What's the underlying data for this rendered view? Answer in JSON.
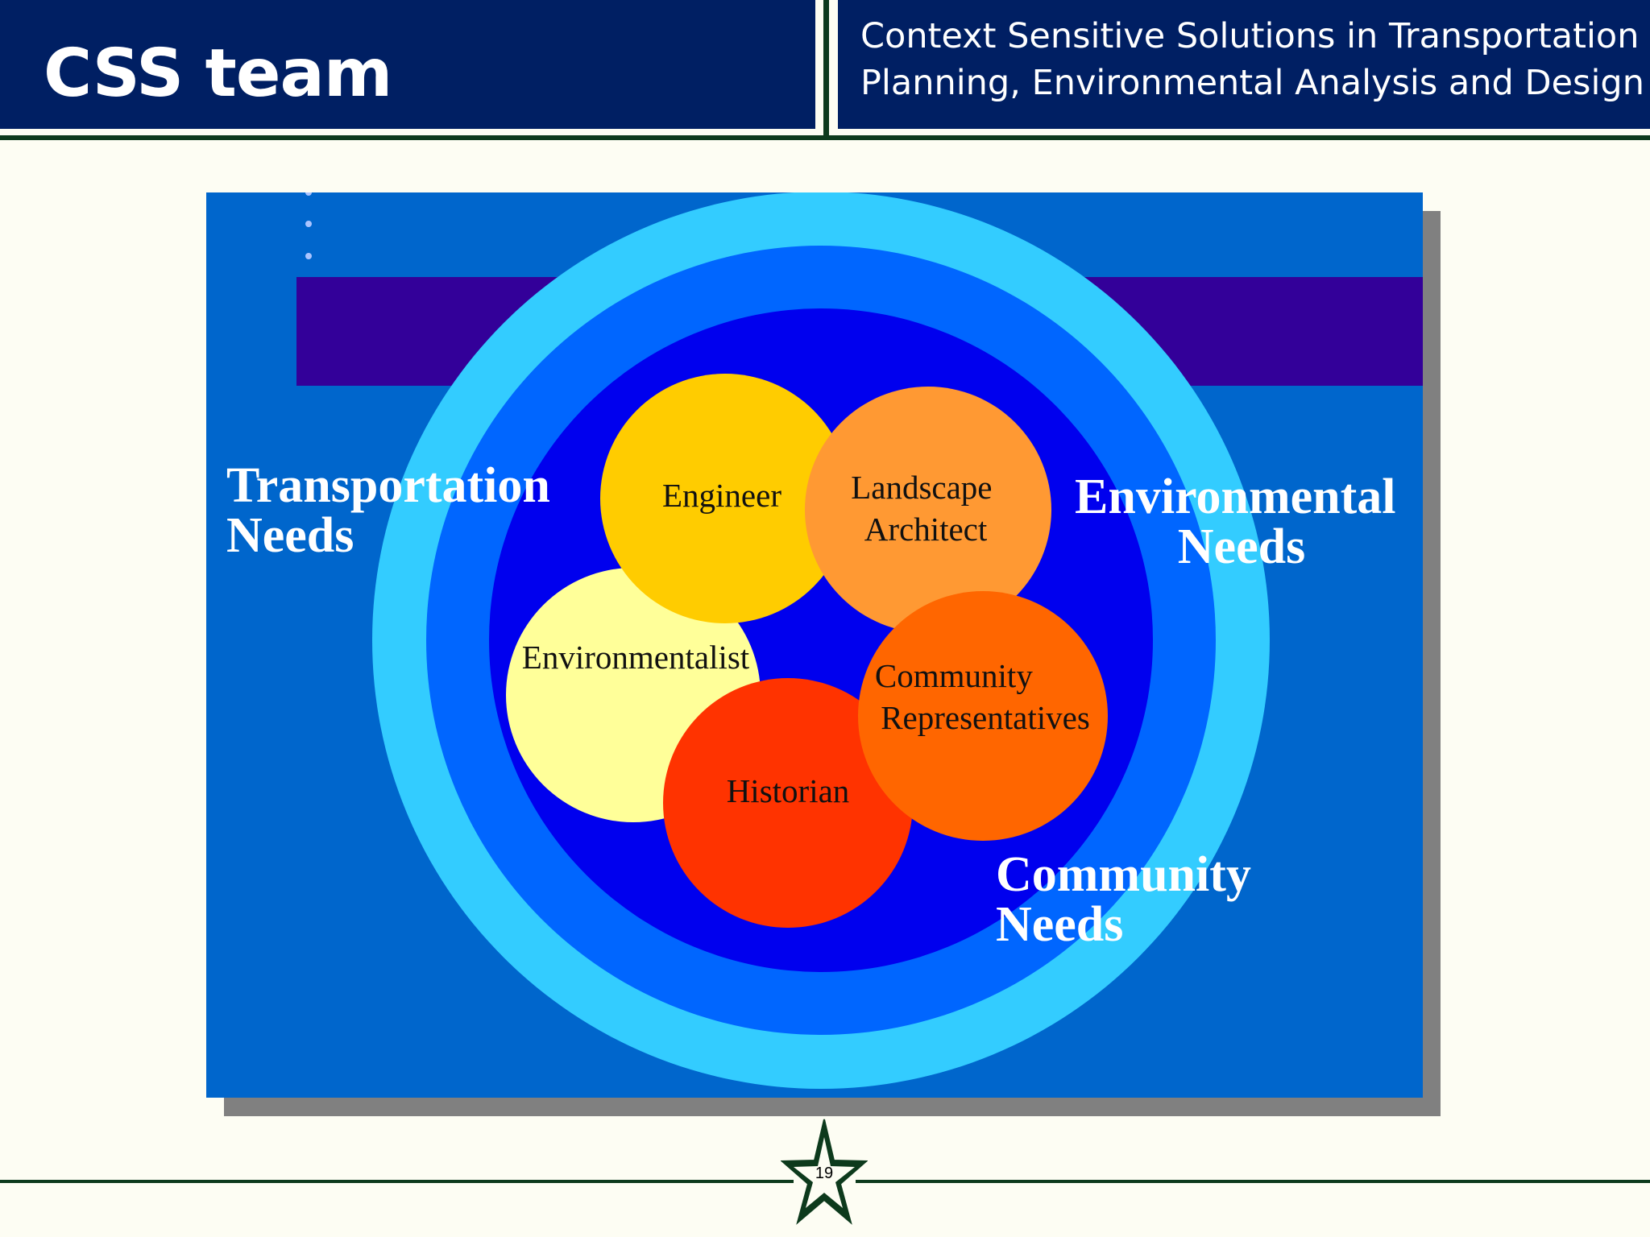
{
  "header": {
    "title": "CSS team",
    "subtitle_line1": "Context Sensitive Solutions in Transportation",
    "subtitle_line2": "Planning, Environmental Analysis and Design"
  },
  "diagram": {
    "outer_labels": {
      "transportation": [
        "Transportation",
        "Needs"
      ],
      "environmental": [
        "Environmental",
        "Needs"
      ],
      "community": [
        "Community",
        "Needs"
      ]
    },
    "circles": {
      "engineer": [
        "Engineer"
      ],
      "landscape": [
        "Landscape",
        "Architect"
      ],
      "environmentalist": [
        "Environmentalist"
      ],
      "community_reps": [
        "Community",
        "Representatives"
      ],
      "historian": [
        "Historian"
      ]
    },
    "colors": {
      "background": "#0066cc",
      "band": "#330099",
      "ring_outer": "#33ccff",
      "ring_middle": "#0066ff",
      "ring_inner": "#0000ee",
      "engineer": "#ffcc00",
      "landscape": "#ff9933",
      "environmentalist": "#ffff99",
      "community_reps": "#ff6600",
      "historian": "#ff3300"
    }
  },
  "footer": {
    "page_number": "19"
  }
}
